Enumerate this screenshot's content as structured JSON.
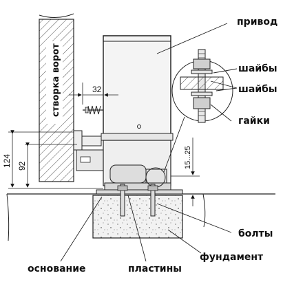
{
  "labels": {
    "drive": "привод",
    "washers_1": "шайбы",
    "washers_2": "шайбы",
    "nuts": "гайки",
    "gate_leaf": "створка ворот",
    "bolts": "болты",
    "foundation": "фундамент",
    "base": "основание",
    "plates": "пластины"
  },
  "dimensions": {
    "offset": "32",
    "height_total": "124",
    "height_mount": "92",
    "gap_range": "15...25"
  },
  "colors": {
    "line": "#1a1a1a",
    "hatch": "#555555",
    "drive_fill": "#f4f4f4",
    "concrete_fill": "#f2f2f2"
  }
}
